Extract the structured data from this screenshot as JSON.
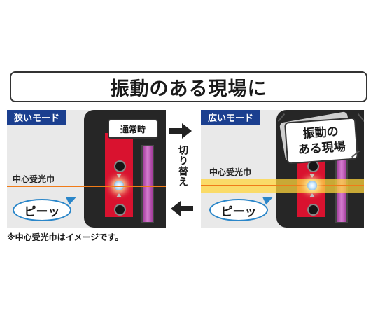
{
  "title": "振動のある現場に",
  "left_panel": {
    "mode_label": "狭いモード",
    "tag": "通常時",
    "center_label": "中心受光巾",
    "bubble": "ピーッ"
  },
  "right_panel": {
    "mode_label": "広いモード",
    "card_line1": "振動の",
    "card_line2": "ある現場",
    "center_label": "中心受光巾",
    "bubble": "ピーッ"
  },
  "switch_label": "切り替え",
  "footnote": "※中心受光巾はイメージです。",
  "colors": {
    "mode_label_bg": "#1b3f8f",
    "device_red": "#d9122f",
    "beam_thin": "#f07b18",
    "beam_band": "#ffd63c",
    "bubble_border": "#2a86c9"
  },
  "icons": [
    "arrow-right-icon",
    "arrow-left-icon",
    "speech-bubble-icon",
    "shake-lines-icon"
  ]
}
